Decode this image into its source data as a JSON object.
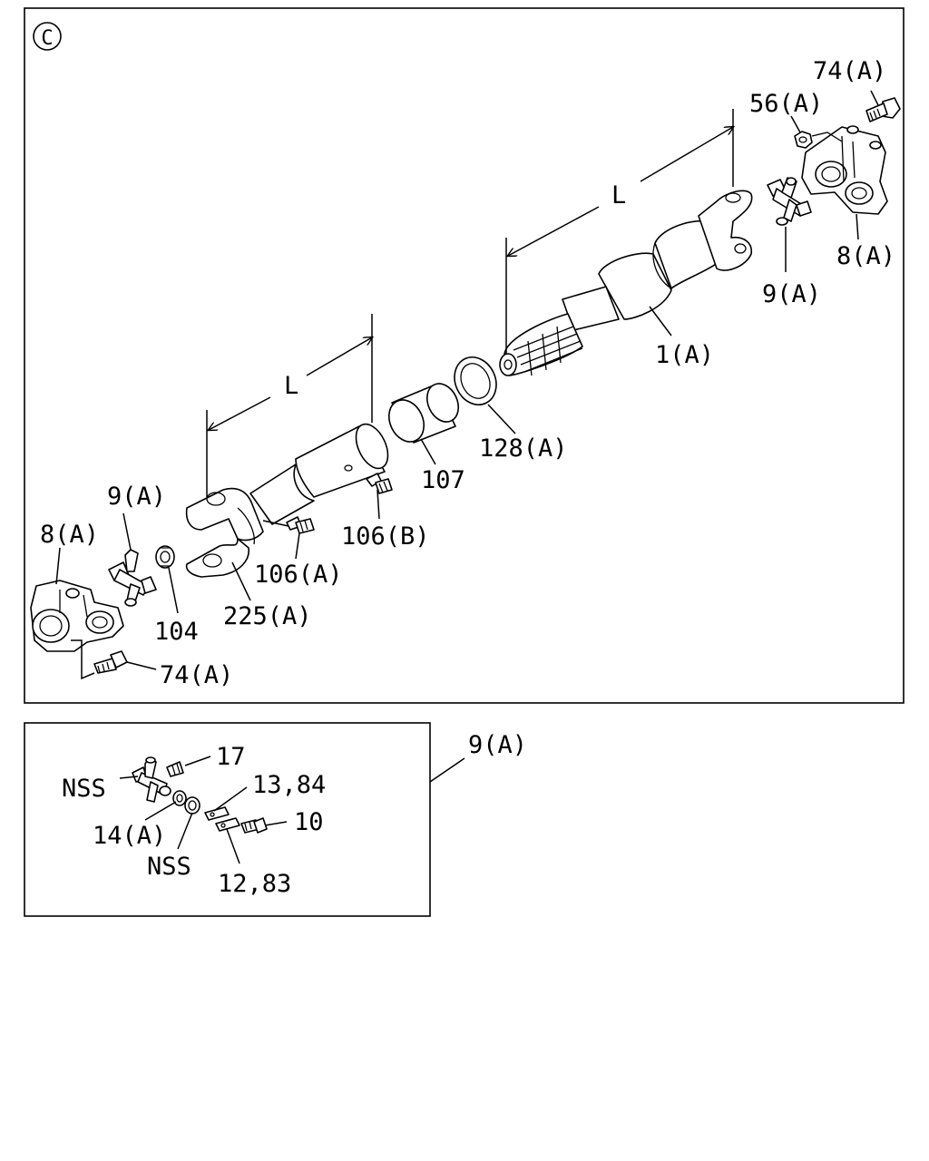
{
  "view_marker": "C",
  "main_panel": {
    "labels": {
      "bolt_right": "74(A)",
      "nut_right": "56(A)",
      "dimension_right": "L",
      "flange_right": "8(A)",
      "joint_right": "9(A)",
      "shaft": "1(A)",
      "ring": "128(A)",
      "sleeve": "107",
      "nipple_b": "106(B)",
      "dimension_left": "L",
      "nipple_a": "106(A)",
      "yoke": "225(A)",
      "joint_left": "9(A)",
      "flange_left": "8(A)",
      "bearing": "104",
      "bolt_left": "74(A)"
    }
  },
  "detail_panel": {
    "callout": "9(A)",
    "labels": {
      "fitting": "17",
      "plate_a": "13,84",
      "cross": "NSS",
      "cup": "14(A)",
      "bolt": "10",
      "seal": "NSS",
      "plate_b": "12,83"
    }
  }
}
